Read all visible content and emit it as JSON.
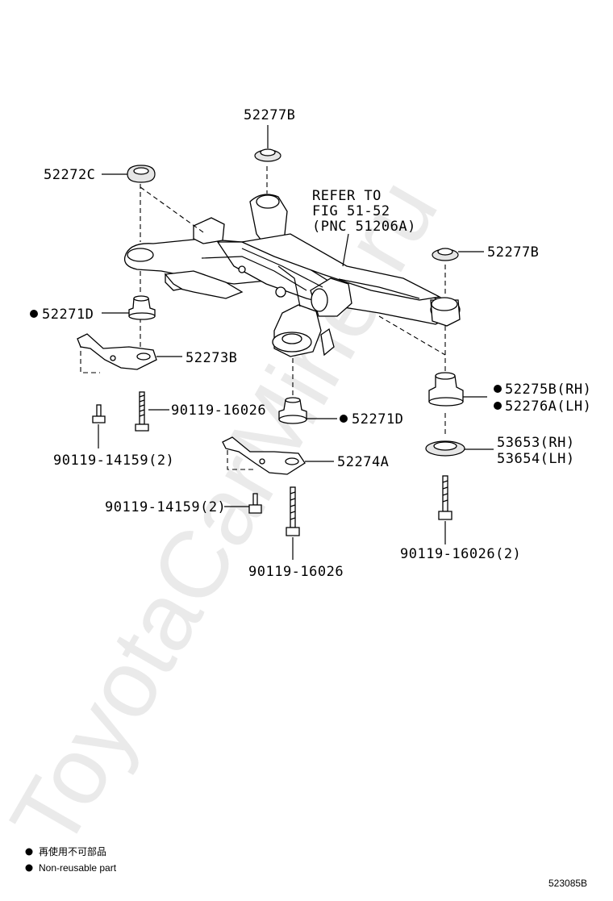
{
  "watermark": "ToyotaCarMine.ru",
  "reference_note": {
    "line1": "REFER TO",
    "line2": "FIG 51-52",
    "line3": "(PNC 51206A)"
  },
  "labels": {
    "p52277b_top": "52277B",
    "p52272c": "52272C",
    "p52277b_right": "52277B",
    "p52271d_left": "52271D",
    "p52273b": "52273B",
    "p90119_16026_left": "90119-16026",
    "p90119_14159_left": "90119-14159(2)",
    "p52271d_center": "52271D",
    "p52274a": "52274A",
    "p90119_14159_center": "90119-14159(2)",
    "p90119_16026_center": "90119-16026",
    "p52275b": "52275B(RH)",
    "p52276a": "52276A(LH)",
    "p53653": "53653(RH)",
    "p53654": "53654(LH)",
    "p90119_16026_right": "90119-16026(2)"
  },
  "legend": {
    "japanese": "再使用不可部品",
    "english": "Non-reusable part"
  },
  "figure_code": "523085B"
}
